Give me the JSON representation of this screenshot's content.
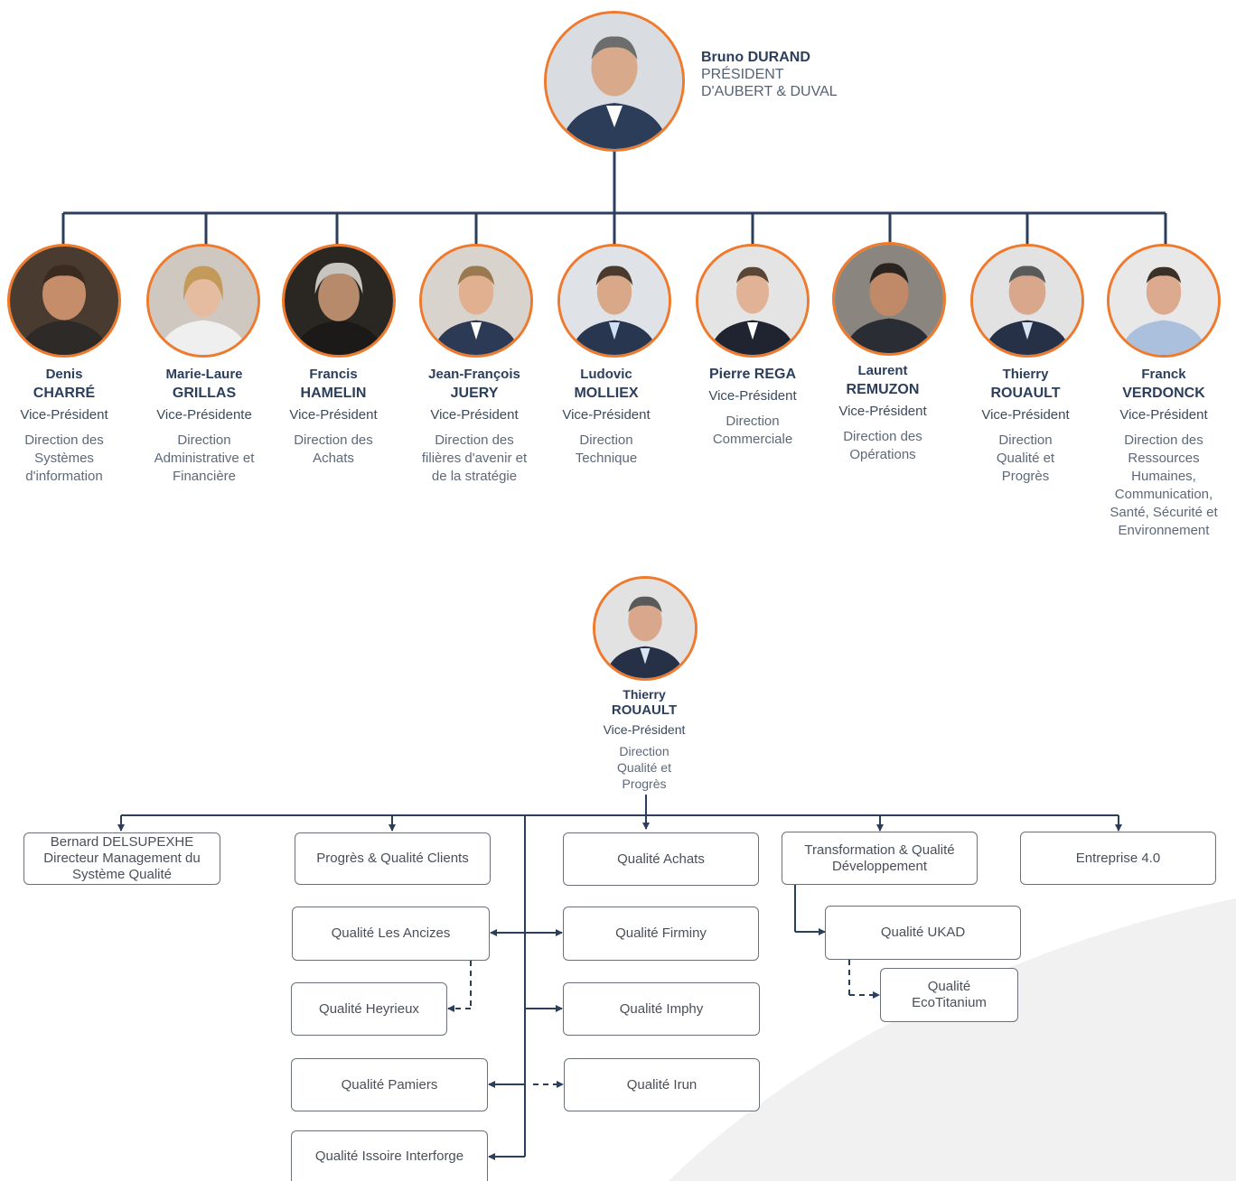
{
  "president": {
    "name_first": "Bruno",
    "name_last": "DURAND",
    "role_line1": "PRÉSIDENT",
    "role_line2": "D'AUBERT & DUVAL"
  },
  "vice_presidents": [
    {
      "first": "Denis",
      "last": "CHARRÉ",
      "title": "Vice-Président",
      "direction": "Direction des Systèmes d'information"
    },
    {
      "first": "Marie-Laure",
      "last": "GRILLAS",
      "title": "Vice-Présidente",
      "direction": "Direction Administrative et Financière"
    },
    {
      "first": "Francis",
      "last": "HAMELIN",
      "title": "Vice-Président",
      "direction": "Direction des Achats"
    },
    {
      "first": "Jean-François",
      "last": "JUERY",
      "title": "Vice-Président",
      "direction": "Direction des filières d'avenir et de la stratégie"
    },
    {
      "first": "Ludovic",
      "last": "MOLLIEX",
      "title": "Vice-Président",
      "direction": "Direction Technique"
    },
    {
      "first": "Pierre",
      "last": "REGA",
      "title": "Vice-Président",
      "direction": "Direction Commerciale"
    },
    {
      "first": "Laurent",
      "last": "REMUZON",
      "title": "Vice-Président",
      "direction": "Direction des Opérations"
    },
    {
      "first": "Thierry",
      "last": "ROUAULT",
      "title": "Vice-Président",
      "direction": "Direction Qualité et Progrès"
    },
    {
      "first": "Franck",
      "last": "VERDONCK",
      "title": "Vice-Président",
      "direction": "Direction des Ressources Humaines, Communication, Santé, Sécurité et Environnement"
    }
  ],
  "quality_head": {
    "first": "Thierry",
    "last": "ROUAULT",
    "title": "Vice-Président",
    "direction": "Direction Qualité et Progrès"
  },
  "quality_units": {
    "delsupexhe": "Bernard DELSUPEXHE Directeur Management du Système Qualité",
    "progres_clients": "Progrès & Qualité Clients",
    "achats": "Qualité Achats",
    "transformation": "Transformation & Qualité Développement",
    "entreprise40": "Entreprise 4.0",
    "ancizes": "Qualité Les Ancizes",
    "firminy": "Qualité Firminy",
    "ukad": "Qualité UKAD",
    "heyrieux": "Qualité Heyrieux",
    "imphy": "Qualité Imphy",
    "ecotitanium": "Qualité EcoTitanium",
    "pamiers": "Qualité Pamiers",
    "irun": "Qualité Irun",
    "issoire": "Qualité Issoire Interforge"
  },
  "colors": {
    "portrait_ring": "#ee7a2e",
    "connector": "#2b3f5c",
    "box_border": "#6b7078"
  }
}
